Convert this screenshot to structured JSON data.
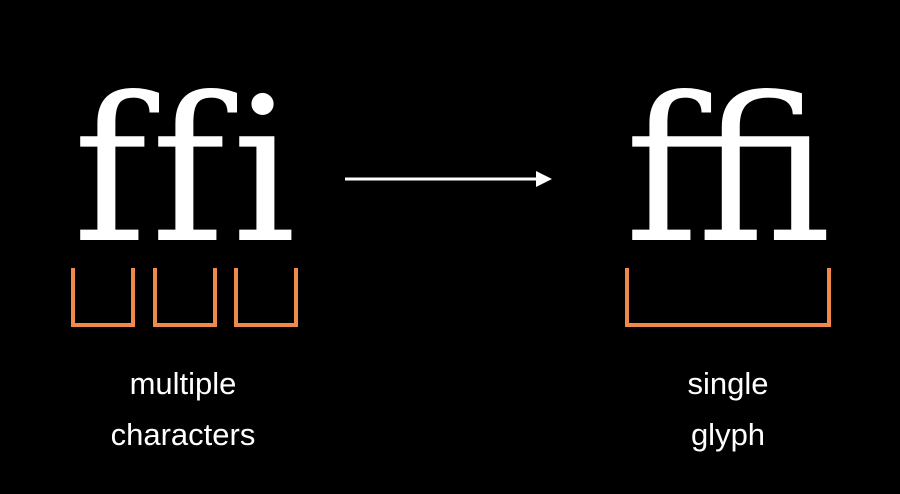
{
  "left": {
    "text": "ffi",
    "chars": [
      "f",
      "f",
      "i"
    ],
    "caption_line1": "multiple",
    "caption_line2": "characters"
  },
  "right": {
    "text": "ffi",
    "glyph": "ﬃ",
    "caption_line1": "single",
    "caption_line2": "glyph"
  },
  "colors": {
    "background": "#000000",
    "text": "#ffffff",
    "bracket": "#f08a4b",
    "arrow": "#ffffff"
  }
}
